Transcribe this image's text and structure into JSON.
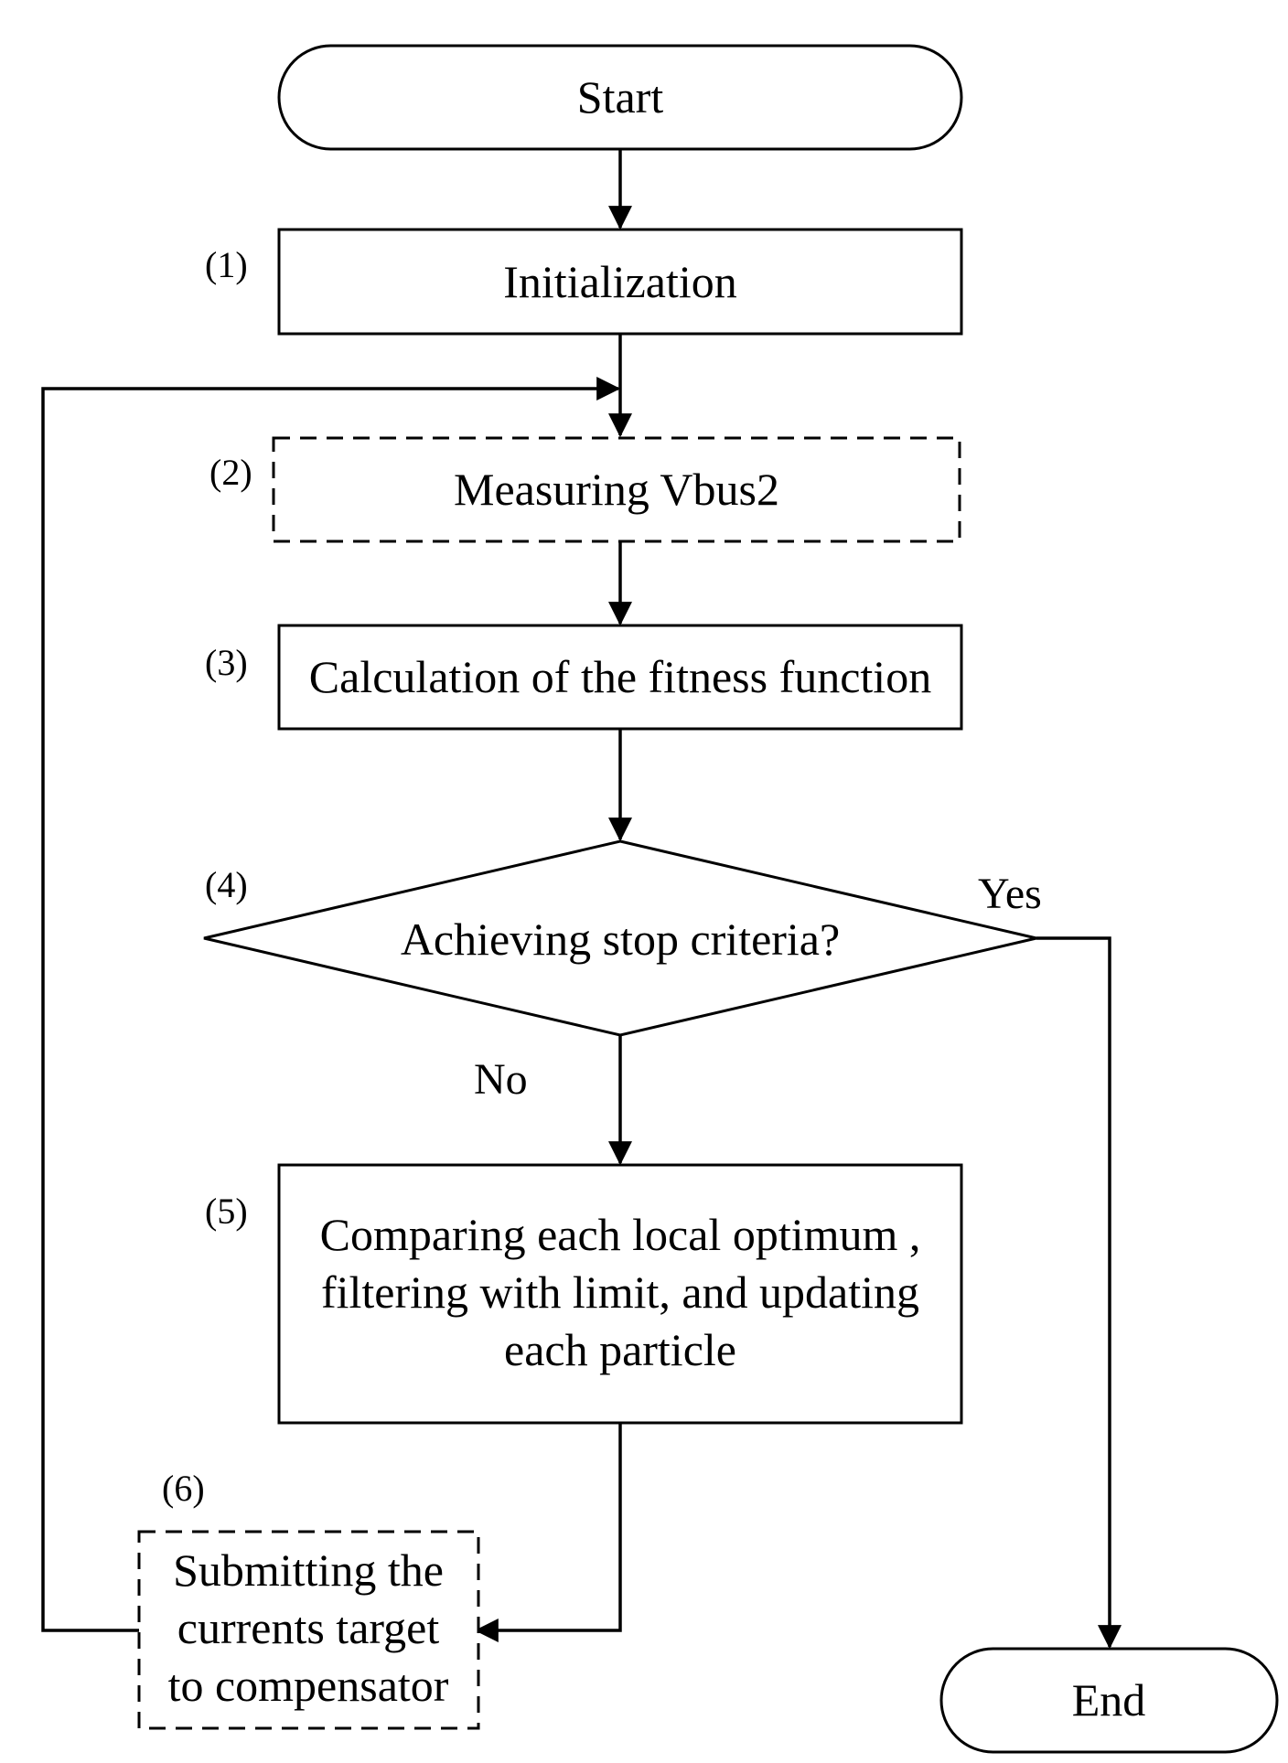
{
  "diagram": {
    "type": "flowchart",
    "nodes": {
      "start": {
        "text": "Start"
      },
      "init": {
        "step": "(1)",
        "text": "Initialization"
      },
      "measure": {
        "step": "(2)",
        "text": "Measuring Vbus2"
      },
      "fitness": {
        "step": "(3)",
        "text": "Calculation of the fitness function"
      },
      "decision": {
        "step": "(4)",
        "text": "Achieving stop criteria?"
      },
      "update": {
        "step": "(5)",
        "lines": [
          "Comparing each local optimum ,",
          "filtering with limit, and updating",
          "each particle"
        ]
      },
      "submit": {
        "step": "(6)",
        "lines": [
          "Submitting the",
          "currents target",
          "to compensator"
        ]
      },
      "end": {
        "text": "End"
      }
    },
    "edges": [
      {
        "from": "start",
        "to": "init"
      },
      {
        "from": "init",
        "to": "measure"
      },
      {
        "from": "measure",
        "to": "fitness"
      },
      {
        "from": "fitness",
        "to": "decision"
      },
      {
        "from": "decision",
        "to": "update",
        "label": "No"
      },
      {
        "from": "decision",
        "to": "end",
        "label": "Yes"
      },
      {
        "from": "update",
        "to": "submit"
      },
      {
        "from": "submit",
        "to": "measure"
      }
    ],
    "branch_labels": {
      "yes": "Yes",
      "no": "No"
    },
    "colors": {
      "stroke": "#000000",
      "fill": "#ffffff",
      "text": "#000000"
    }
  }
}
